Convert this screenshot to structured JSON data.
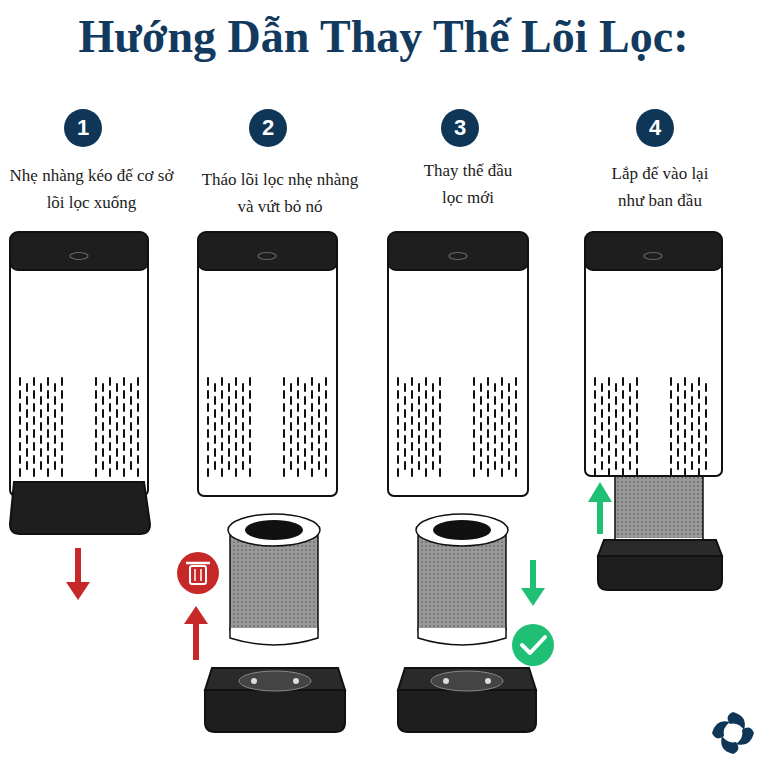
{
  "diagram": {
    "title": "Hướng Dẫn Thay Thế Lõi Lọc:",
    "nodes": [
      {
        "text": [
          "1"
        ]
      },
      {
        "text": [
          "2"
        ]
      },
      {
        "text": [
          "3"
        ]
      },
      {
        "text": [
          "4"
        ]
      }
    ],
    "labels": [
      "Nhẹ nhàng kéo đế cơ sở lõi lọc xuống",
      "Tháo lõi lọc nhẹ nhàng và vứt bỏ nó",
      "Thay thế đầu lọc mới",
      "Lắp đế vào lại như ban đầu"
    ]
  }
}
